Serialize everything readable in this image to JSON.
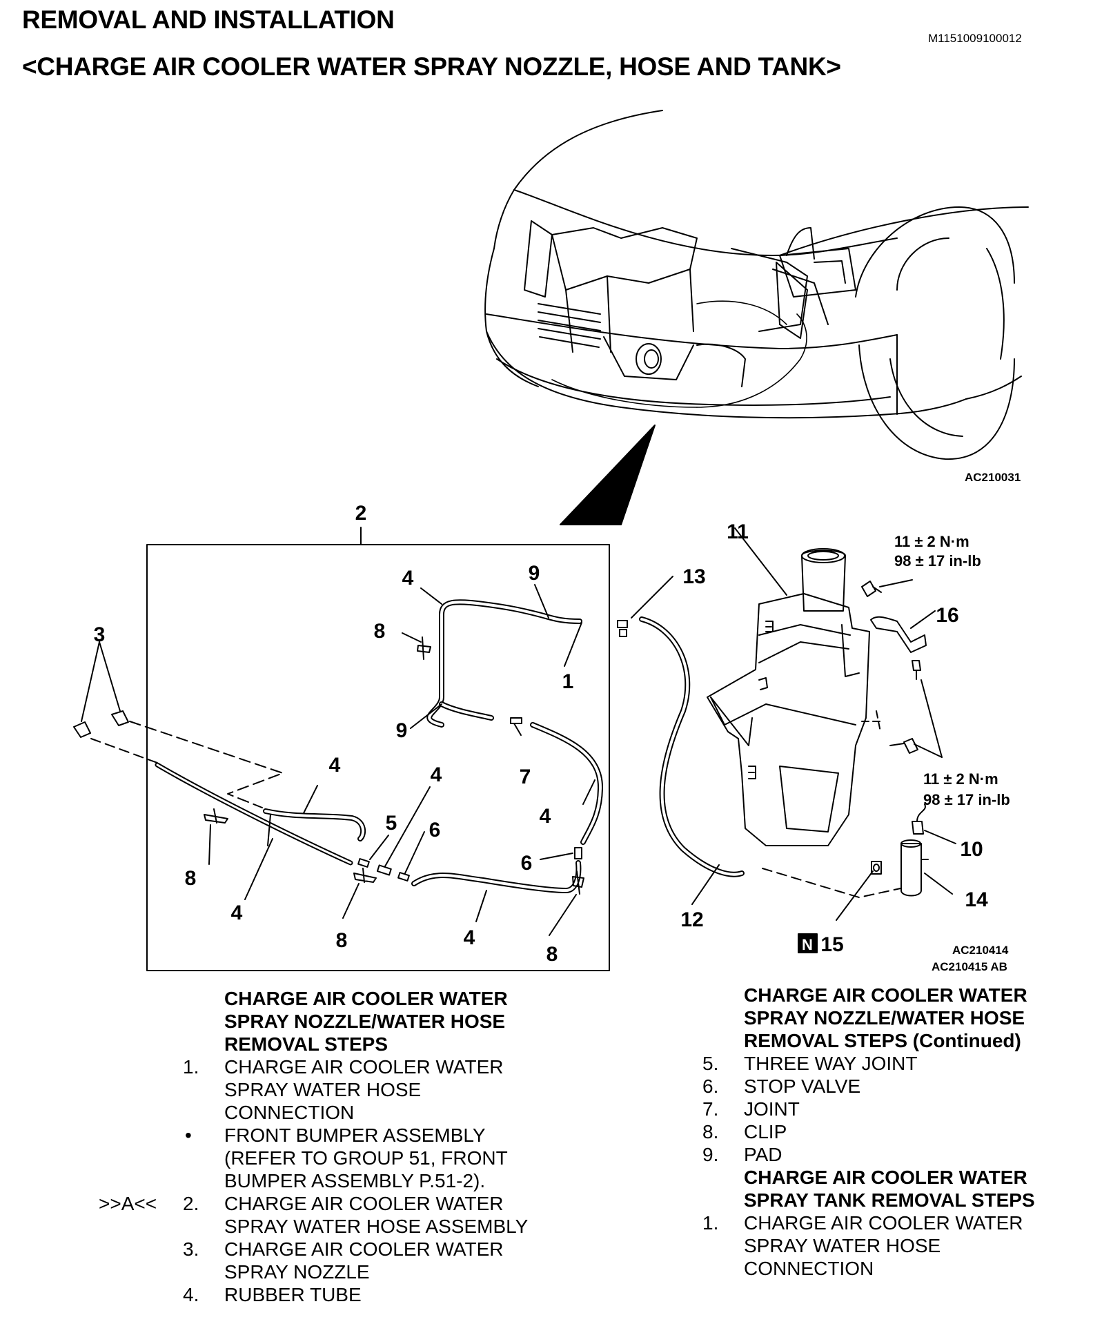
{
  "header": {
    "title": "REMOVAL AND INSTALLATION",
    "subtitle": "<CHARGE AIR COOLER WATER SPRAY NOZZLE, HOSE AND TANK>",
    "doc_id": "M1151009100012"
  },
  "figure": {
    "top_code": "AC210031",
    "bottom_codes": [
      "AC210414",
      "AC210415 AB"
    ],
    "callouts": {
      "c1": "1",
      "c2": "2",
      "c3": "3",
      "c4a": "4",
      "c4b": "4",
      "c4c": "4",
      "c4d": "4",
      "c4e": "4",
      "c4f": "4",
      "c5": "5",
      "c6a": "6",
      "c6b": "6",
      "c7": "7",
      "c8a": "8",
      "c8b": "8",
      "c8c": "8",
      "c8d": "8",
      "c9a": "9",
      "c9b": "9",
      "c10": "10",
      "c11": "11",
      "c12": "12",
      "c13": "13",
      "c14": "14",
      "c15": "15",
      "c16": "16",
      "n_badge": "N"
    },
    "torque_top": [
      "11 ± 2 N·m",
      "98 ± 17 in-lb"
    ],
    "torque_bottom": [
      "11 ± 2 N·m",
      "98 ± 17 in-lb"
    ]
  },
  "left_column": {
    "heading": [
      "CHARGE AIR COOLER WATER",
      "SPRAY NOZZLE/WATER HOSE",
      "REMOVAL STEPS"
    ],
    "steps": [
      {
        "num": "1.",
        "lines": [
          "CHARGE AIR COOLER WATER",
          "SPRAY WATER HOSE",
          "CONNECTION"
        ]
      },
      {
        "num": "•",
        "lines": [
          "FRONT BUMPER ASSEMBLY",
          "(REFER TO GROUP 51, FRONT",
          "BUMPER ASSEMBLY P.51-2)."
        ]
      },
      {
        "num": "2.",
        "prefix": ">>A<<",
        "lines": [
          "CHARGE AIR COOLER WATER",
          "SPRAY WATER HOSE ASSEMBLY"
        ]
      },
      {
        "num": "3.",
        "lines": [
          "CHARGE AIR COOLER WATER",
          "SPRAY NOZZLE"
        ]
      },
      {
        "num": "4.",
        "lines": [
          "RUBBER TUBE"
        ]
      }
    ]
  },
  "right_column": {
    "heading": [
      "CHARGE AIR COOLER WATER",
      "SPRAY NOZZLE/WATER HOSE",
      "REMOVAL STEPS (Continued)"
    ],
    "steps": [
      {
        "num": "5.",
        "text": "THREE WAY JOINT"
      },
      {
        "num": "6.",
        "text": "STOP VALVE"
      },
      {
        "num": "7.",
        "text": "JOINT"
      },
      {
        "num": "8.",
        "text": "CLIP"
      },
      {
        "num": "9.",
        "text": "PAD"
      }
    ],
    "heading2": [
      "CHARGE AIR COOLER WATER",
      "SPRAY TANK REMOVAL STEPS"
    ],
    "steps2": [
      {
        "num": "1.",
        "lines": [
          "CHARGE AIR COOLER WATER",
          "SPRAY WATER HOSE",
          "CONNECTION"
        ]
      }
    ]
  }
}
